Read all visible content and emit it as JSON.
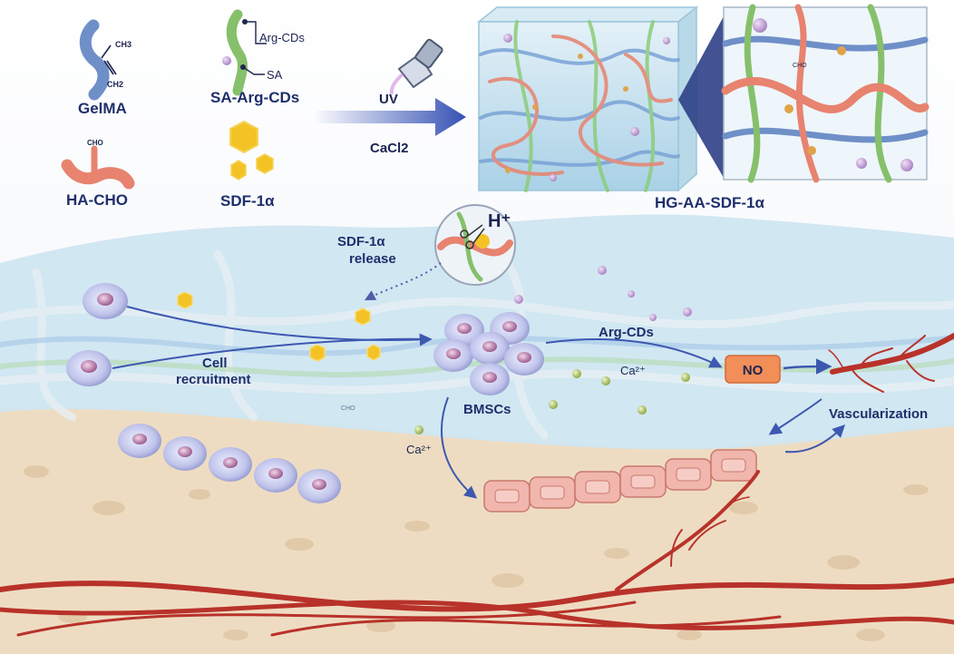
{
  "components": {
    "gelma": {
      "name": "GelMA",
      "group_top": "CH3",
      "group_bottom": "CH2"
    },
    "ha_cho": {
      "name": "HA-CHO",
      "group": "CHO"
    },
    "sa_arg_cds": {
      "name": "SA-Arg-CDs",
      "tag_top": "Arg-CDs",
      "tag_bottom": "SA"
    },
    "sdf": {
      "name": "SDF-1α"
    }
  },
  "process": {
    "uv": "UV",
    "cacl2": "CaCl2"
  },
  "hydrogel": {
    "name": "HG-AA-SDF-1α",
    "marker": "CHO"
  },
  "tissue": {
    "ph_trigger": "H⁺",
    "sdf_release": [
      "SDF-1α",
      "release"
    ],
    "cell_recruitment": [
      "Cell",
      "recruitment"
    ],
    "bmscs": "BMSCs",
    "arg_cds": "Arg-CDs",
    "ca_ion_1": "Ca²⁺",
    "ca_ion_2": "Ca²⁺",
    "no": "NO",
    "vascularization": "Vascularization",
    "cho_marker": "CHO"
  },
  "colors": {
    "gelma": "#6f8fc8",
    "ha_cho": "#e7836f",
    "sa": "#86c06b",
    "sdf": "#f3c326",
    "arrow": "#3d58b0",
    "no_box": "#f28e58",
    "vessel": "#b8322a",
    "bone": "#eedcc2",
    "gel": "#cfe6f1",
    "cell": "#b8bce6"
  }
}
